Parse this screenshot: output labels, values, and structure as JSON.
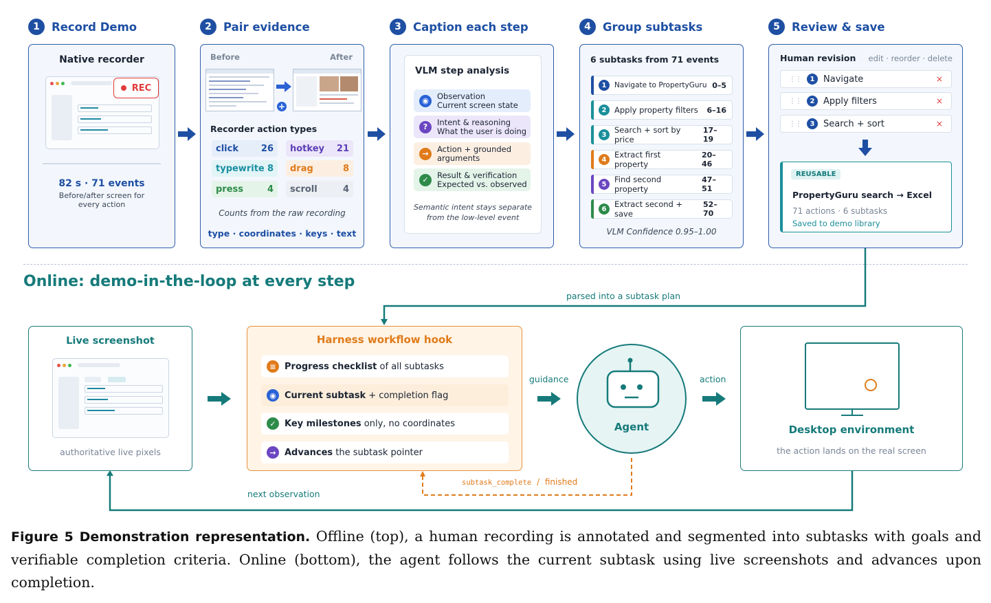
{
  "steps": [
    {
      "num": "1",
      "title": "Record Demo"
    },
    {
      "num": "2",
      "title": "Pair evidence"
    },
    {
      "num": "3",
      "title": "Caption each step"
    },
    {
      "num": "4",
      "title": "Group subtasks"
    },
    {
      "num": "5",
      "title": "Review & save"
    }
  ],
  "p1": {
    "title": "Native recorder",
    "rec": "REC",
    "stats": "82 s  ·  71 events",
    "note": "Before/after screen for every action"
  },
  "p2": {
    "before": "Before",
    "after": "After",
    "heading": "Recorder action types",
    "actions": [
      {
        "name": "click",
        "count": "26",
        "color": "#1e4fa3",
        "bg": "#e6eefa"
      },
      {
        "name": "hotkey",
        "count": "21",
        "color": "#5b3fb5",
        "bg": "#ece6fa"
      },
      {
        "name": "typewrite",
        "count": "8",
        "color": "#1a8fa3",
        "bg": "#e2f4f6"
      },
      {
        "name": "drag",
        "count": "8",
        "color": "#e07b1a",
        "bg": "#fcefe2"
      },
      {
        "name": "press",
        "count": "4",
        "color": "#2e8b4a",
        "bg": "#e4f4e9"
      },
      {
        "name": "scroll",
        "count": "4",
        "color": "#5a6475",
        "bg": "#eceff3"
      }
    ],
    "counts_note": "Counts from the raw recording",
    "fields": "type · coordinates · keys · text"
  },
  "p3": {
    "title": "VLM step analysis",
    "rows": [
      {
        "line1": "Observation",
        "line2": "Current screen state",
        "icon": "◉",
        "icon_name": "observation-icon",
        "color": "#2a62d6",
        "bg": "#e4edfb"
      },
      {
        "line1": "Intent & reasoning",
        "line2": "What the user is doing",
        "icon": "?",
        "icon_name": "question-icon",
        "color": "#6b46c1",
        "bg": "#ece6fa"
      },
      {
        "line1": "Action + grounded",
        "line2": "arguments",
        "icon": "→",
        "icon_name": "action-arrow-icon",
        "color": "#e07b1a",
        "bg": "#fcefe2"
      },
      {
        "line1": "Result & verification",
        "line2": "Expected vs. observed",
        "icon": "✓",
        "icon_name": "check-icon",
        "color": "#2e8b4a",
        "bg": "#e4f4e9"
      }
    ],
    "note": "Semantic intent stays separate from the low-level event"
  },
  "p4": {
    "title": "6 subtasks from 71 events",
    "subtasks": [
      {
        "n": "1",
        "label": "Navigate to PropertyGuru",
        "range": "0–5",
        "color": "#1e4fa3"
      },
      {
        "n": "2",
        "label": "Apply property filters",
        "range": "6–16",
        "color": "#1a8f9a"
      },
      {
        "n": "3",
        "label": "Search + sort by price",
        "range": "17–19",
        "color": "#1a8f9a"
      },
      {
        "n": "4",
        "label": "Extract first property",
        "range": "20–46",
        "color": "#e07b1a"
      },
      {
        "n": "5",
        "label": "Find second property",
        "range": "47–51",
        "color": "#6b46c1"
      },
      {
        "n": "6",
        "label": "Extract second + save",
        "range": "52–70",
        "color": "#2e8b4a"
      }
    ],
    "confidence": "VLM Confidence 0.95–1.00"
  },
  "p5": {
    "title": "Human revision",
    "actions": "edit · reorder · delete",
    "items": [
      {
        "n": "1",
        "label": "Navigate"
      },
      {
        "n": "2",
        "label": "Apply filters"
      },
      {
        "n": "3",
        "label": "Search + sort"
      }
    ],
    "delete_icon": "×",
    "badge": "REUSABLE",
    "card_title": "PropertyGuru search → Excel",
    "card_meta": "71 actions  ·  6 subtasks",
    "card_saved": "Saved to demo library"
  },
  "online_title": "Online: demo-in-the-loop at every step",
  "parsed_label": "parsed into a subtask plan",
  "live": {
    "title": "Live screenshot",
    "note": "authoritative live pixels"
  },
  "hook": {
    "title": "Harness workflow hook",
    "rows": [
      {
        "bold": "Progress checklist",
        "rest": " of all subtasks",
        "icon": "≡",
        "icon_name": "checklist-icon",
        "color": "#e07b1a"
      },
      {
        "bold": "Current subtask",
        "rest": " + completion flag",
        "icon": "◉",
        "icon_name": "current-target-icon",
        "color": "#2a62d6"
      },
      {
        "bold": "Key milestones",
        "rest": " only, no coordinates",
        "icon": "✓",
        "icon_name": "milestone-check-icon",
        "color": "#2e8b4a"
      },
      {
        "bold": "Advances",
        "rest": " the subtask pointer",
        "icon": "→",
        "icon_name": "advance-arrow-icon",
        "color": "#6b46c1"
      }
    ]
  },
  "guidance_label": "guidance",
  "action_label": "action",
  "agent_label": "Agent",
  "desktop": {
    "title": "Desktop environment",
    "note": "the action lands on the real screen"
  },
  "loop": {
    "code": "subtask_complete",
    "slash": "/",
    "finished": "finished",
    "next_obs": "next observation"
  },
  "caption": {
    "label": "Figure 5  Demonstration representation.",
    "text": " Offline (top), a human recording is annotated and segmented into subtasks with goals and verifiable completion criteria. Online (bottom), the agent follows the current subtask using live screenshots and advances upon completion."
  },
  "colors": {
    "blue": "#1e4fa3",
    "teal": "#167a7a",
    "orange": "#e07b1a",
    "red": "#e03b3b"
  }
}
